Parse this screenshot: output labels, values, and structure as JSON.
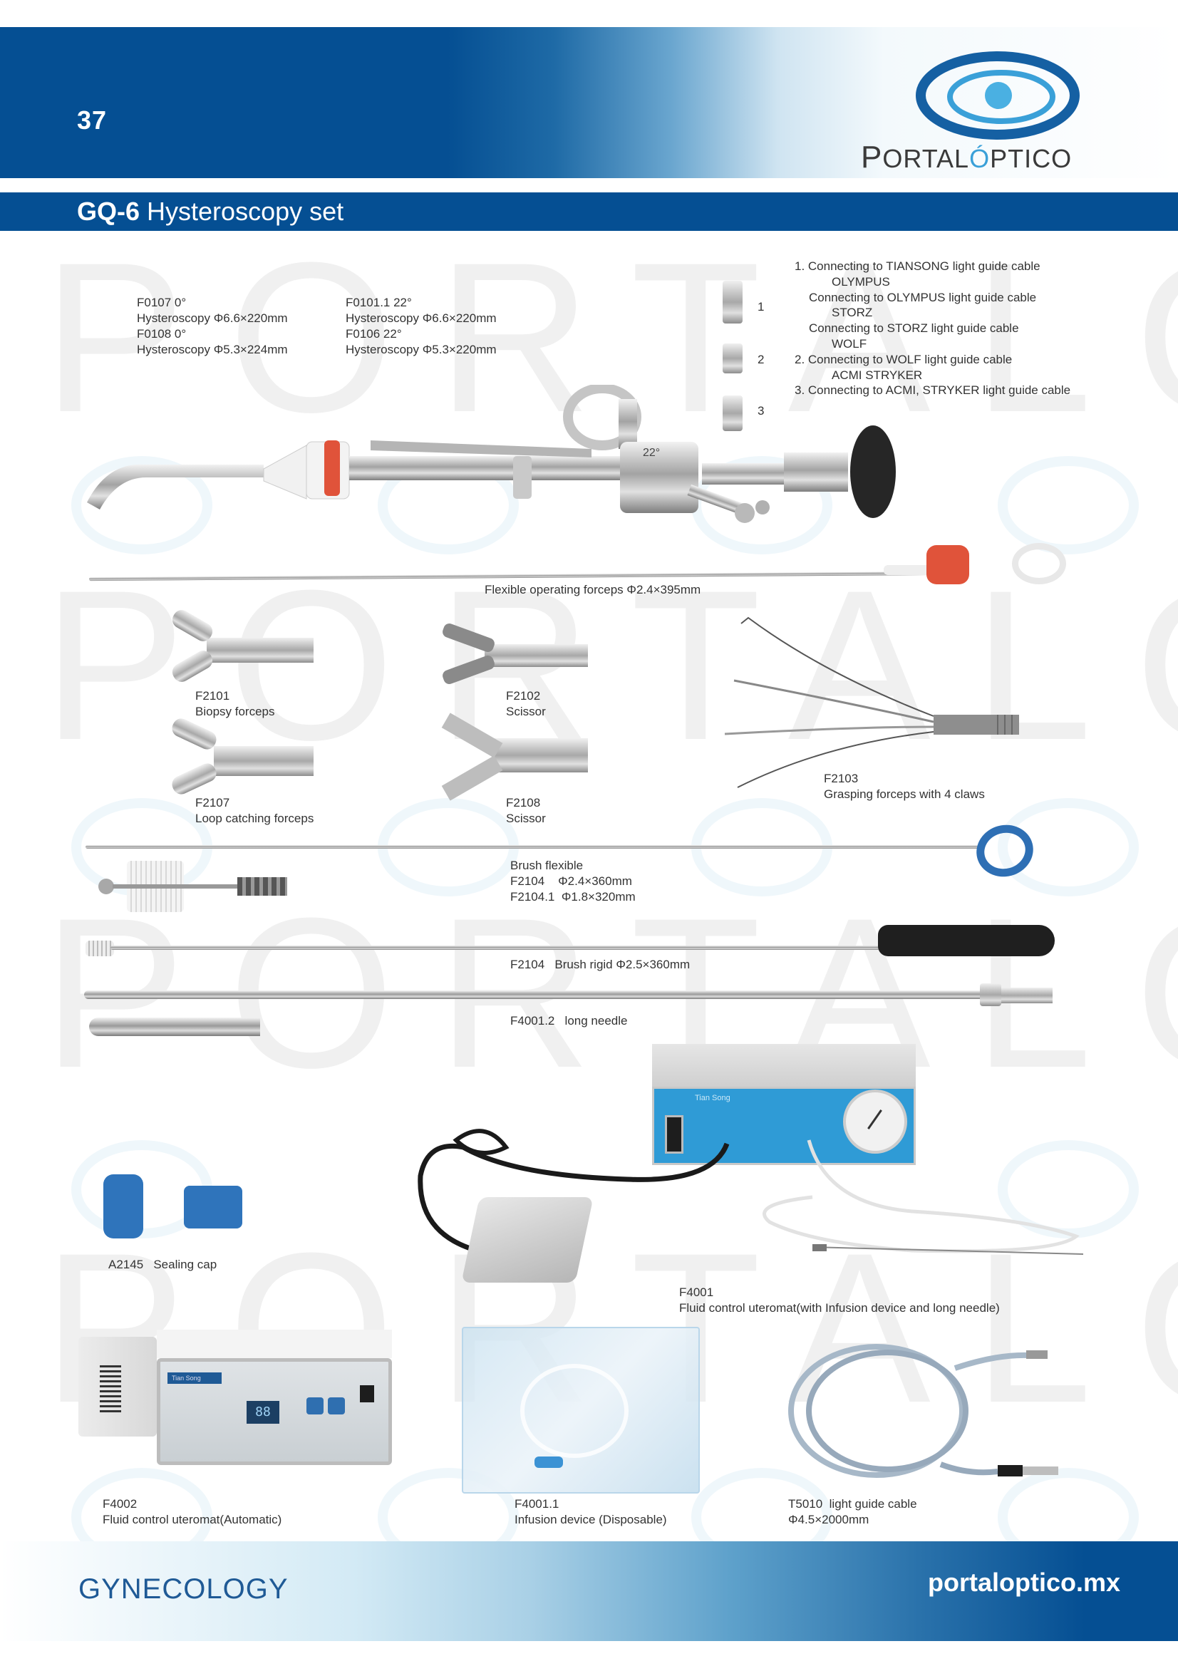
{
  "header": {
    "page_number": "37",
    "brand_name": "PortalÓptico",
    "brand_display": [
      "P",
      "ORTAL",
      "Ó",
      "PTICO"
    ]
  },
  "title": {
    "code": "GQ-6",
    "name": "Hysteroscopy set"
  },
  "watermark": {
    "text": "PORTALÓPTICO"
  },
  "scopes": {
    "left": [
      "F0107  0°",
      "Hysteroscopy Φ6.6×220mm",
      "F0108  0°",
      "Hysteroscopy Φ5.3×224mm"
    ],
    "right": [
      "F0101.1  22°",
      "Hysteroscopy Φ6.6×220mm",
      "F0106  22°",
      "Hysteroscopy Φ5.3×220mm"
    ]
  },
  "adapters": {
    "labels": [
      "1",
      "2",
      "3"
    ],
    "notes": [
      {
        "text": "1. Connecting to TIANSONG light guide cable",
        "indent": false
      },
      {
        "text": "OLYMPUS",
        "indent": true
      },
      {
        "text": "Connecting to OLYMPUS light guide cable",
        "indent": false,
        "pad": true
      },
      {
        "text": "STORZ",
        "indent": true
      },
      {
        "text": "Connecting to STORZ light guide cable",
        "indent": false,
        "pad": true
      },
      {
        "text": "WOLF",
        "indent": true
      },
      {
        "text": "2. Connecting to WOLF light guide cable",
        "indent": false
      },
      {
        "text": "ACMI STRYKER",
        "indent": true
      },
      {
        "text": "3. Connecting to ACMI, STRYKER light guide cable",
        "indent": false
      }
    ]
  },
  "scope_marking": "22°",
  "flexible_forceps": {
    "label": "Flexible operating forceps Φ2.4×395mm"
  },
  "tips": [
    {
      "code": "F2101",
      "name": "Biopsy forceps"
    },
    {
      "code": "F2102",
      "name": "Scissor"
    },
    {
      "code": "F2107",
      "name": "Loop catching forceps"
    },
    {
      "code": "F2108",
      "name": "Scissor"
    },
    {
      "code": "F2103",
      "name": "Grasping forceps with 4 claws"
    }
  ],
  "brush_flexible": {
    "title": "Brush flexible",
    "lines": [
      "F2104    Φ2.4×360mm",
      "F2104.1  Φ1.8×320mm"
    ]
  },
  "brush_rigid": {
    "label": "F2104   Brush rigid Φ2.5×360mm"
  },
  "long_needle": {
    "label": "F4001.2   long needle"
  },
  "sealing_cap": {
    "label": "A2145   Sealing cap"
  },
  "uteromat_manual": {
    "code": "F4001",
    "name": "Fluid control uteromat(with Infusion device and long needle)",
    "brand_on_device": "Tian Song"
  },
  "uteromat_auto": {
    "code": "F4002",
    "name": "Fluid control uteromat(Automatic)",
    "brand_on_device": "Tian Song",
    "display": "88"
  },
  "infusion_device": {
    "code": "F4001.1",
    "name": "Infusion device (Disposable)"
  },
  "light_cable": {
    "code": "T5010  light guide cable",
    "name": "Φ4.5×2000mm"
  },
  "footer": {
    "section": "GYNECOLOGY",
    "website": "portaloptico.mx"
  },
  "colors": {
    "brand_blue": "#054f93",
    "light_blue": "#3aa0d8",
    "accent_red": "#e0533a",
    "device_blue": "#2f9bd6"
  }
}
